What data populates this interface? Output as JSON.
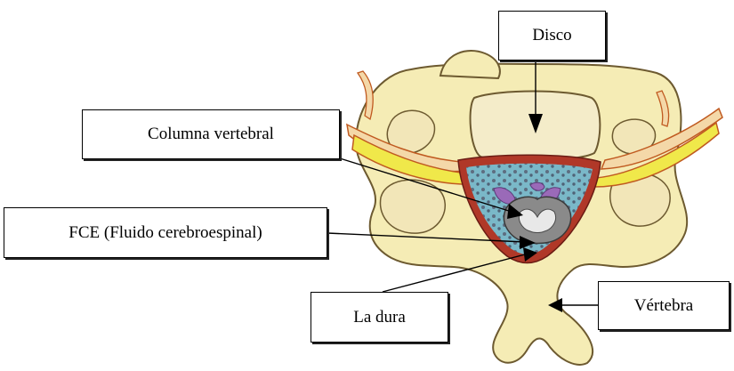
{
  "labels": {
    "disco": "Disco",
    "columna_vertebral": "Columna vertebral",
    "fce": "FCE (Fluido cerebroespinal)",
    "la_dura": "La dura",
    "vertebra": "Vértebra"
  },
  "colors": {
    "bone": "#f5ecb5",
    "bone_outline": "#6d5a30",
    "disc": "#f4ecc9",
    "nerve_yellow": "#f0e84a",
    "nerve_outline": "#c05a20",
    "csf_blue": "#7ab8c8",
    "dura_red": "#b03828",
    "cord_gray": "#8a8a8a",
    "root_purple": "#9a6ab8"
  }
}
